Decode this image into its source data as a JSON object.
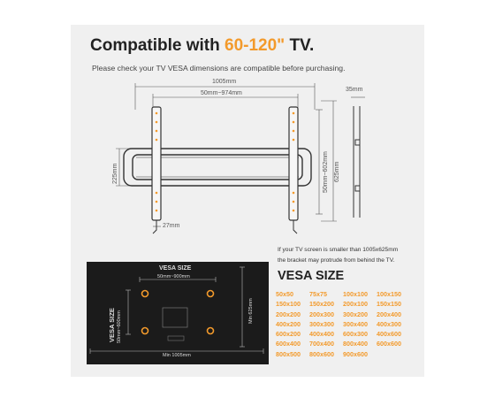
{
  "header": {
    "title_prefix": "Compatible with ",
    "title_accent": "60-120\"",
    "title_suffix": " TV.",
    "subtitle": "Please check your TV VESA dimensions are compatible before purchasing."
  },
  "bracket_diagram": {
    "overall_width": "1005mm",
    "hole_spacing_width": "50mm~974mm",
    "bracket_height": "225mm",
    "hole_spacing_height": "50mm~602mm",
    "overall_height": "625mm",
    "depth": "35mm",
    "arm_width": "27mm"
  },
  "note": {
    "line1": "If your TV screen is smaller than 1005x625mm",
    "line2": "the bracket may protrude from behind the TV."
  },
  "tv_diagram": {
    "top_label": "VESA SIZE",
    "top_range": "50mm~900mm",
    "side_label": "VESA SIZE",
    "side_range": "50mm~600mm",
    "min_width": "Min 1005mm",
    "min_height": "Min 625mm"
  },
  "vesa_list": {
    "title": "VESA SIZE",
    "sizes": [
      "50x50",
      "75x75",
      "100x100",
      "100x150",
      "150x100",
      "150x200",
      "200x100",
      "150x150",
      "200x200",
      "200x300",
      "300x200",
      "200x400",
      "400x200",
      "300x300",
      "300x400",
      "400x300",
      "600x200",
      "400x400",
      "600x300",
      "400x600",
      "600x400",
      "700x400",
      "800x400",
      "600x600",
      "800x500",
      "800x600",
      "900x600"
    ]
  },
  "colors": {
    "accent": "#f39a2b",
    "panel": "#f0f0f0",
    "tv": "#1b1b1b",
    "line": "#333333"
  }
}
